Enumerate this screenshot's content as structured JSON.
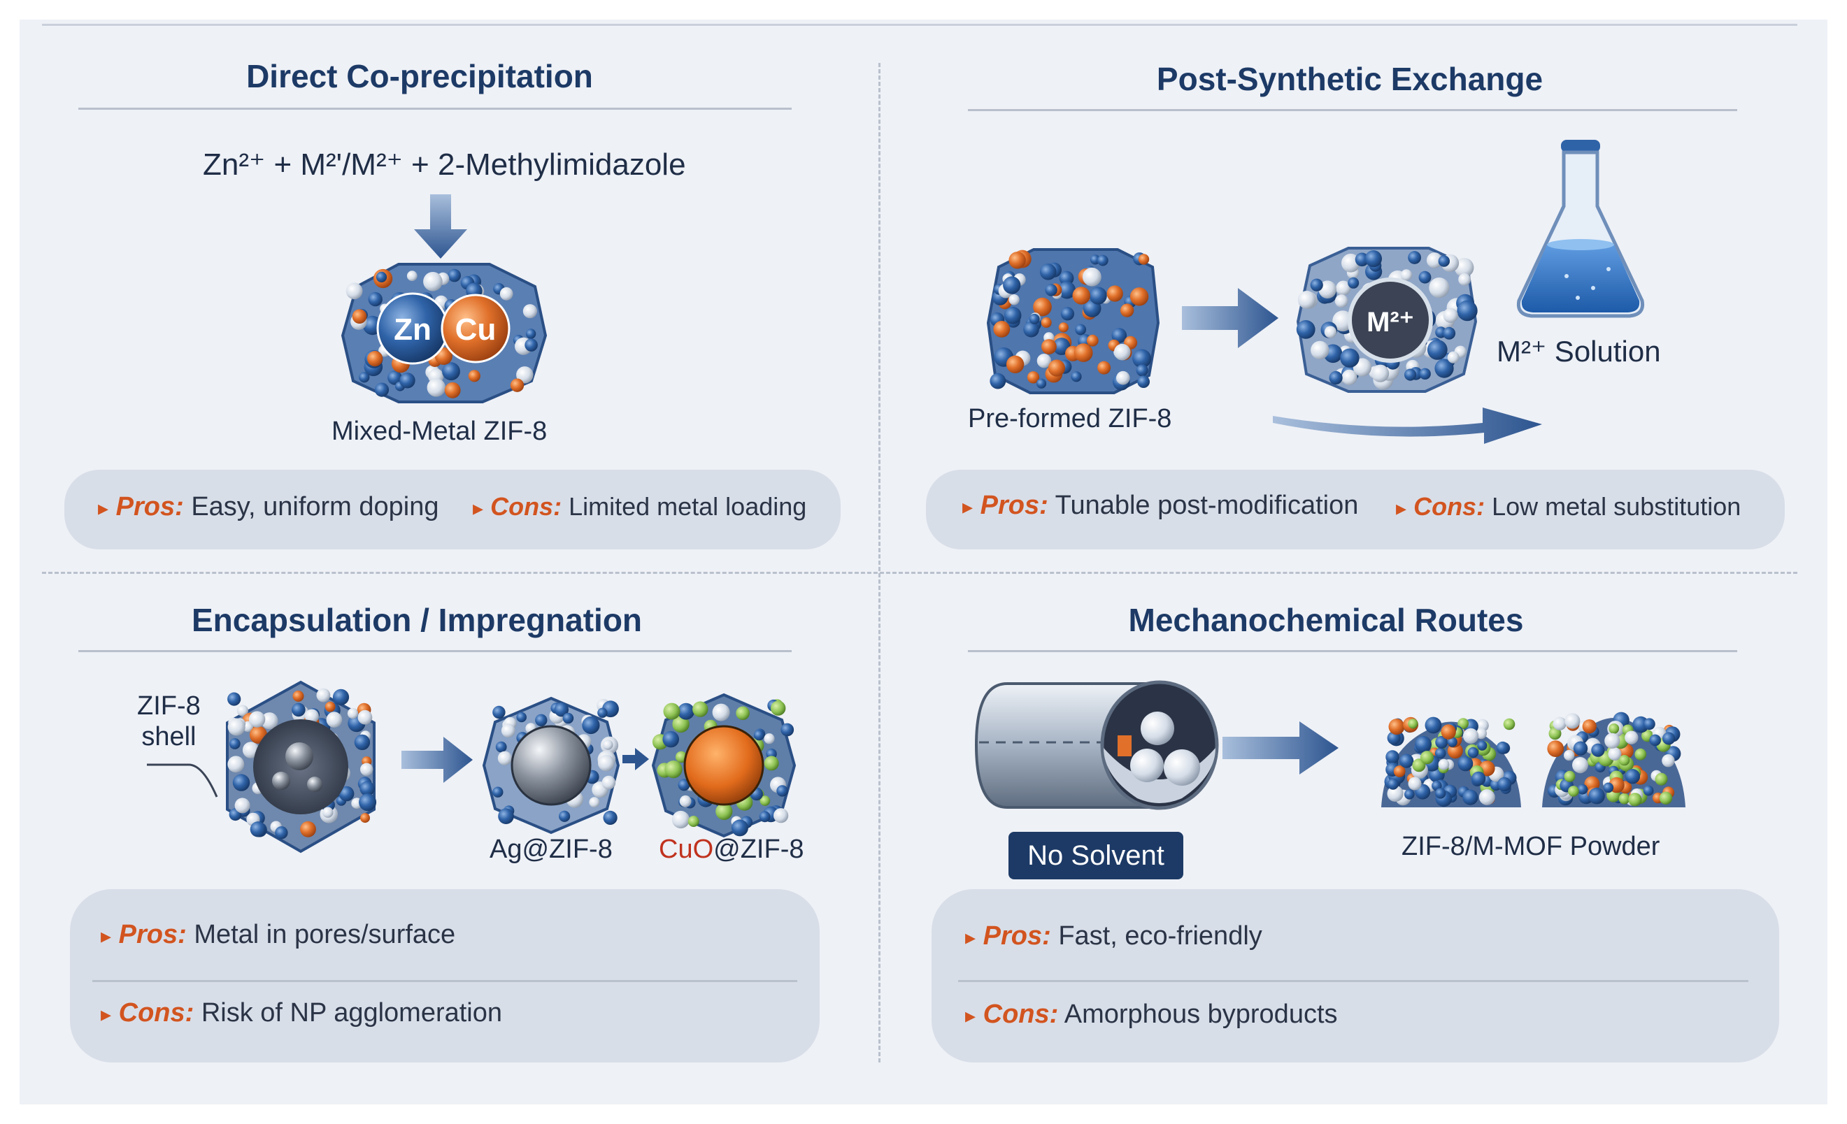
{
  "panels": {
    "coprecip": {
      "title": "Direct Co-precipitation",
      "reaction": "Zn²⁺ + M²'/M²⁺  +  2-Methylimidazole",
      "crystal_labels": [
        "Zn",
        "Cu"
      ],
      "product_label": "Mixed-Metal ZIF-8",
      "pros_key": "Pros:",
      "pros_text": "Easy, uniform doping",
      "cons_key": "Cons:",
      "cons_text": "Limited metal loading"
    },
    "exchange": {
      "title": "Post-Synthetic Exchange",
      "start_label": "Pre-formed ZIF-8",
      "ion_label": "M²⁺",
      "solution_label": "M²⁺ Solution",
      "pros_key": "Pros:",
      "pros_text": "Tunable post-modification",
      "cons_key": "Cons:",
      "cons_text": "Low metal substitution"
    },
    "encapsulation": {
      "title": "Encapsulation / Impregnation",
      "shell_label_1": "ZIF-8",
      "shell_label_2": "shell",
      "product1_label": "Ag@ZIF-8",
      "product2_prefix": "CuO",
      "product2_suffix": "@ZIF-8",
      "pros_key": "Pros:",
      "pros_text": "Metal in pores/surface",
      "cons_key": "Cons:",
      "cons_text": "Risk of NP agglomeration"
    },
    "mechano": {
      "title": "Mechanochemical Routes",
      "badge": "No Solvent",
      "product_label": "ZIF-8/M-MOF Powder",
      "pros_key": "Pros:",
      "pros_text": "Fast, eco-friendly",
      "cons_key": "Cons:",
      "cons_text": "Amorphous byproducts"
    }
  },
  "colors": {
    "title": "#1d3a66",
    "accent": "#d2541f",
    "framework_blue": "#2f63a8",
    "framework_orange": "#e0702a",
    "background": "#eef1f6"
  }
}
